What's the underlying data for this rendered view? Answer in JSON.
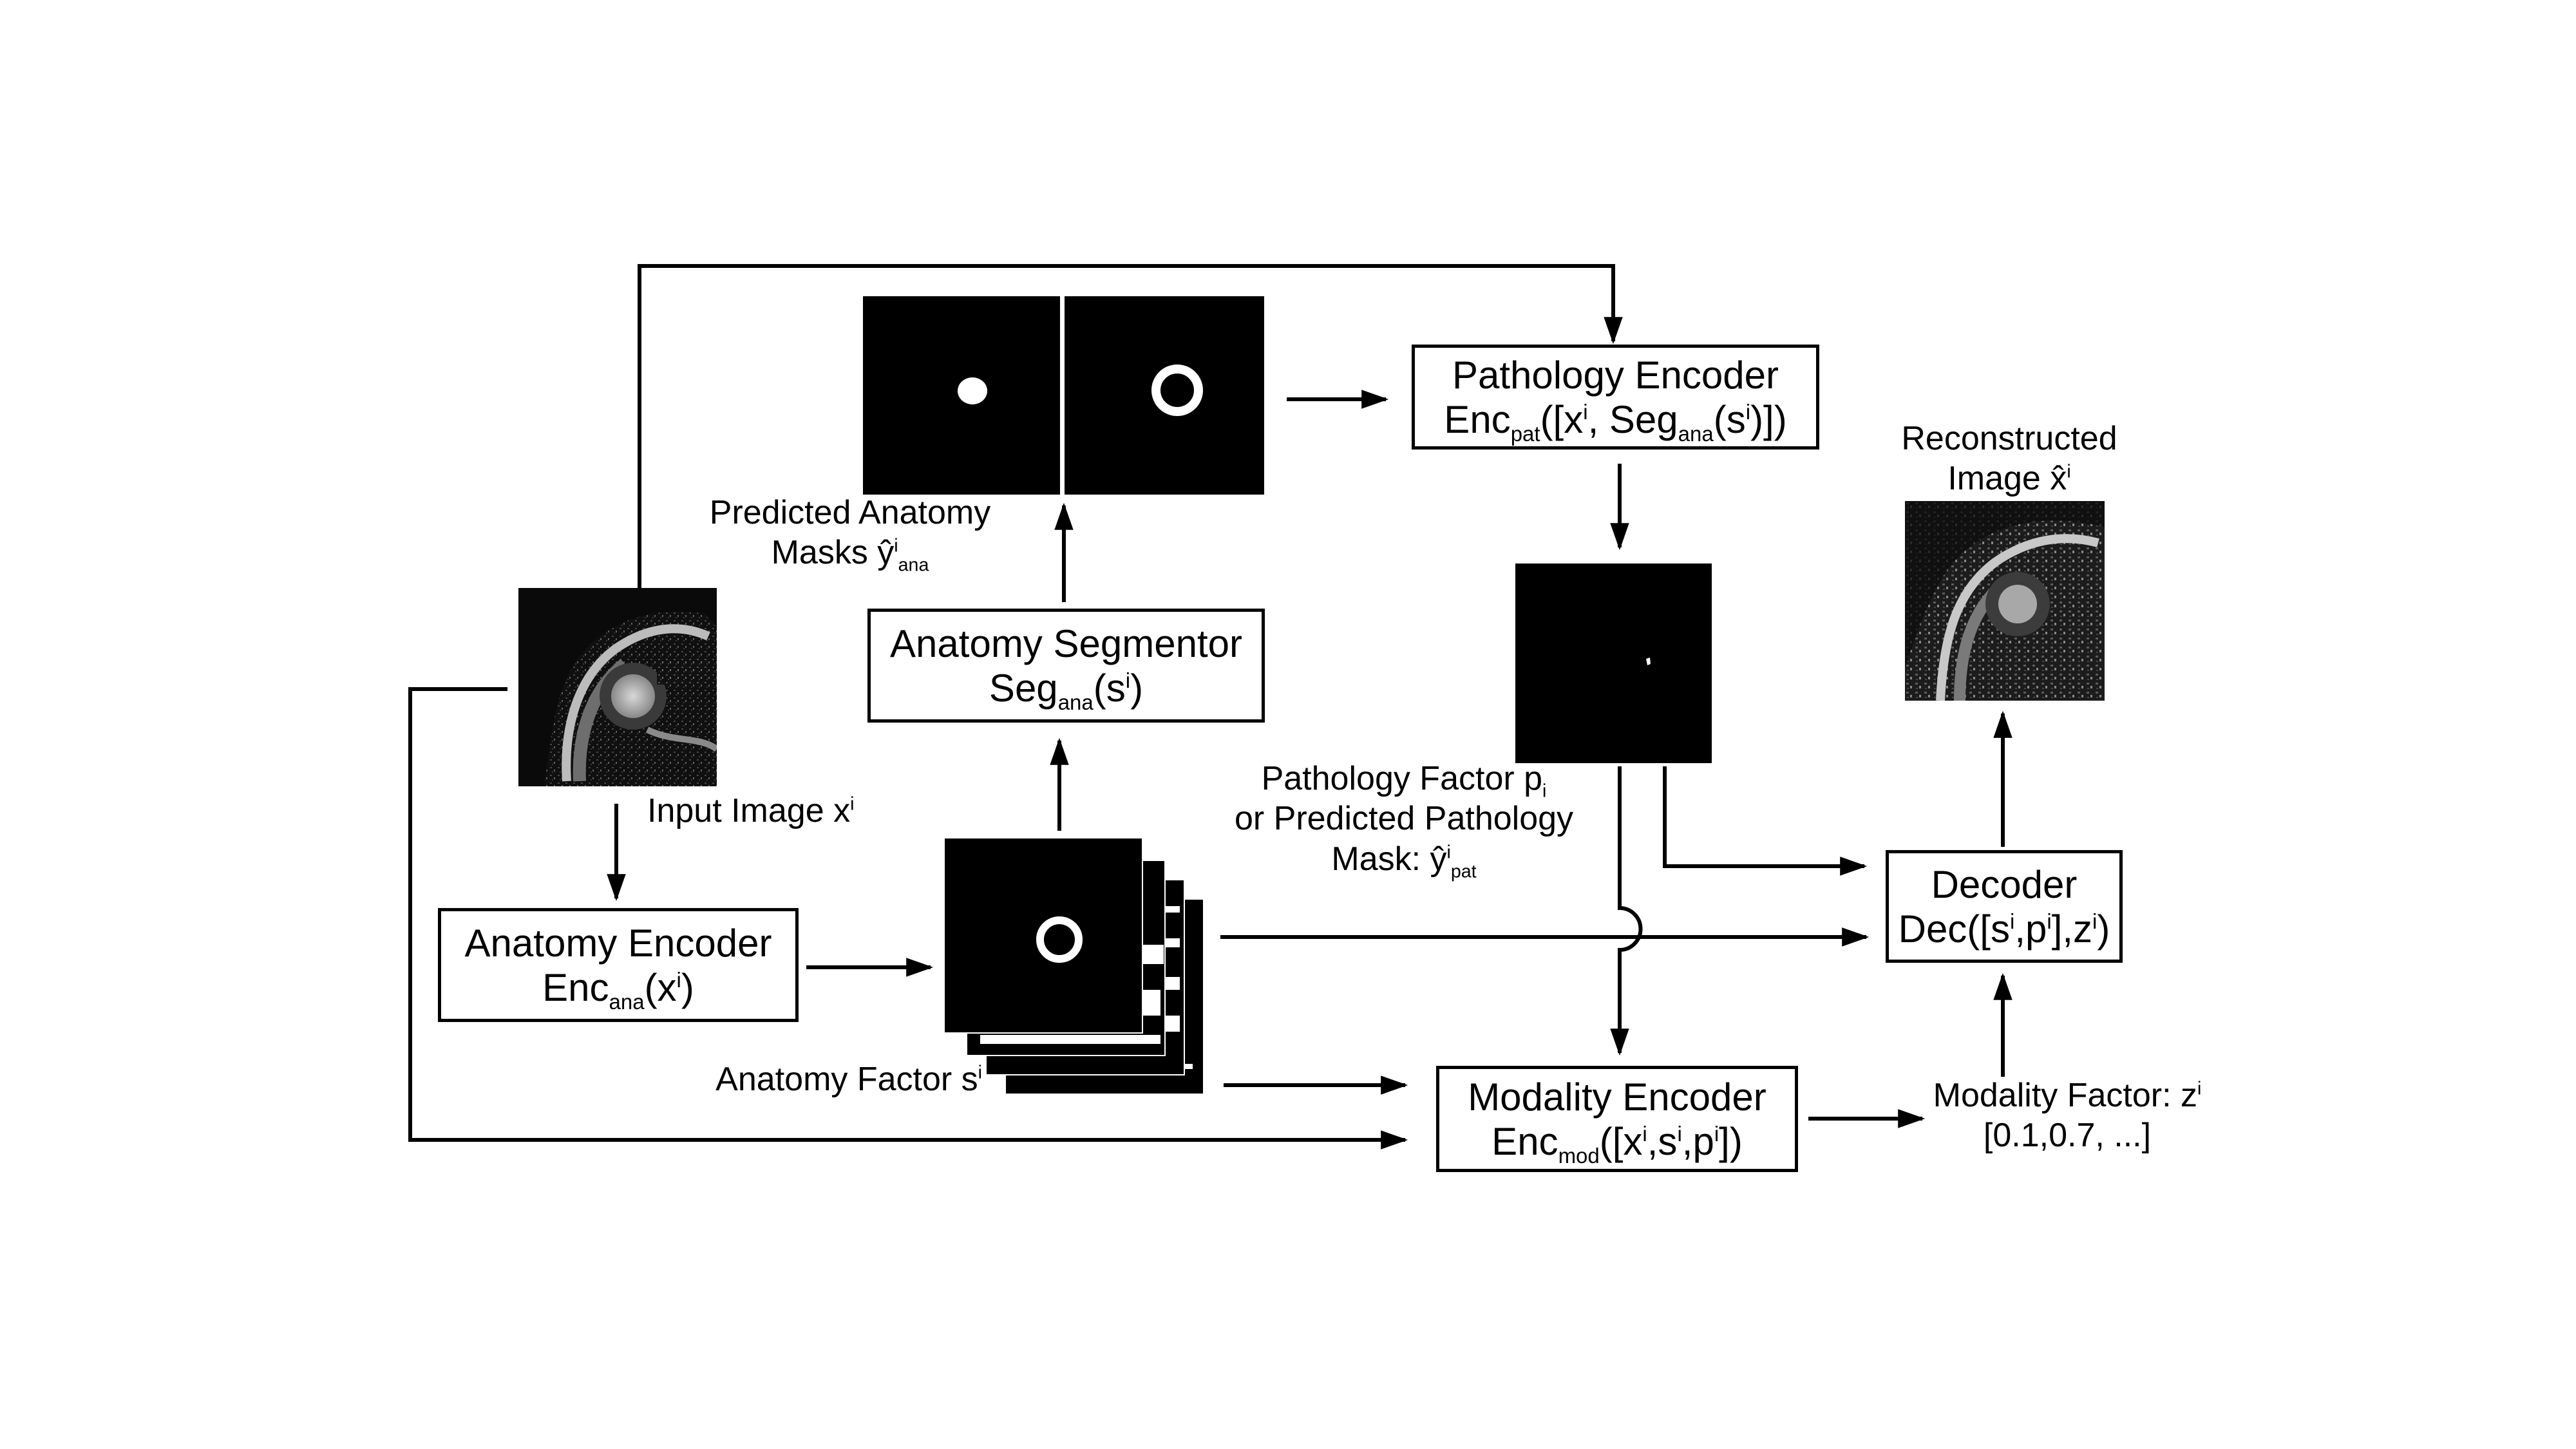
{
  "boxes": {
    "pathology_encoder": {
      "title": "Pathology Encoder",
      "fn": "Enc",
      "fn_sub": "pat",
      "args_a": "([x",
      "args_a_sup": "i",
      "args_b": ", Seg",
      "args_b_sub": "ana",
      "args_c": "(s",
      "args_c_sup": "i",
      "args_d": ")])"
    },
    "anatomy_segmentor": {
      "title": "Anatomy Segmentor",
      "fn": "Seg",
      "fn_sub": "ana",
      "args_a": "(s",
      "args_a_sup": "i",
      "args_b": ")"
    },
    "anatomy_encoder": {
      "title": "Anatomy Encoder",
      "fn": "Enc",
      "fn_sub": "ana",
      "args_a": "(x",
      "args_a_sup": "i",
      "args_b": ")"
    },
    "modality_encoder": {
      "title": "Modality Encoder",
      "fn": "Enc",
      "fn_sub": "mod",
      "args_a": "([x",
      "args_a_sup": "i",
      "args_b": ",s",
      "args_b_sup": "i",
      "args_c": ",p",
      "args_c_sup": "i",
      "args_d": "])"
    },
    "decoder": {
      "title": "Decoder",
      "fn": "Dec([s",
      "fn_sup": "i",
      "args_a": ",p",
      "args_a_sup": "i",
      "args_b": "],z",
      "args_b_sup": "i",
      "args_c": ")"
    }
  },
  "labels": {
    "predicted_anatomy": {
      "line1": "Predicted Anatomy",
      "line2": "Masks ŷ",
      "line2_sup": "i",
      "line2_sub": "ana"
    },
    "input_image": {
      "text": "Input Image x",
      "sup": "i"
    },
    "reconstructed": {
      "line1": "Reconstructed",
      "line2": "Image x̂",
      "line2_sup": "i"
    },
    "pathology_factor": {
      "line1": "Pathology Factor p",
      "line1_sub": "i",
      "line2": "or Predicted Pathology",
      "line3": "Mask: ŷ",
      "line3_sup": "i",
      "line3_sub": "pat"
    },
    "anatomy_factor": {
      "text": "Anatomy Factor s",
      "sup": "i"
    },
    "modality_factor": {
      "line1": "Modality Factor: z",
      "line1_sup": "i",
      "line2": "[0.1,0.7, ...]"
    }
  }
}
